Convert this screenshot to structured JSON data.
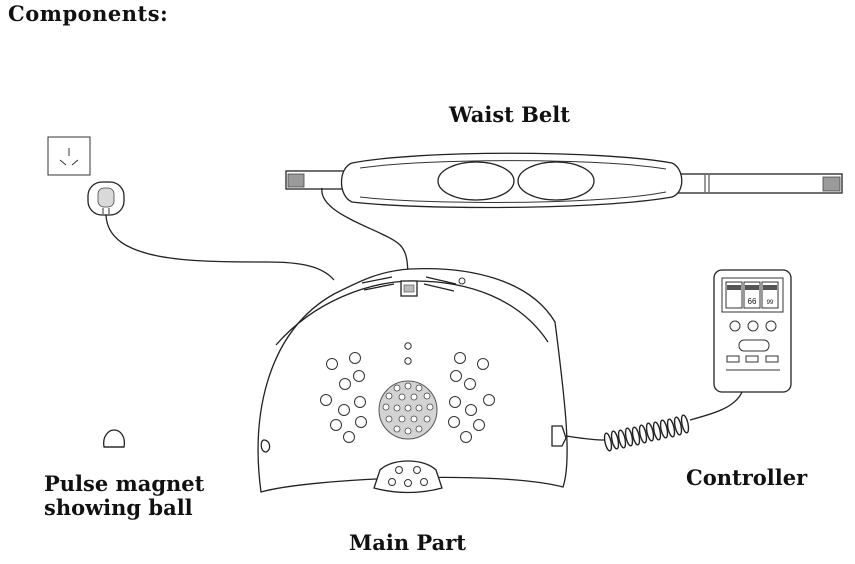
{
  "heading": "Components:",
  "labels": {
    "waist_belt": "Waist Belt",
    "pulse_ball_line1": "Pulse magnet",
    "pulse_ball_line2": "showing ball",
    "controller": "Controller",
    "main_part": "Main Part"
  },
  "controller_screen": {
    "left_value": "66",
    "right_value": "99"
  }
}
